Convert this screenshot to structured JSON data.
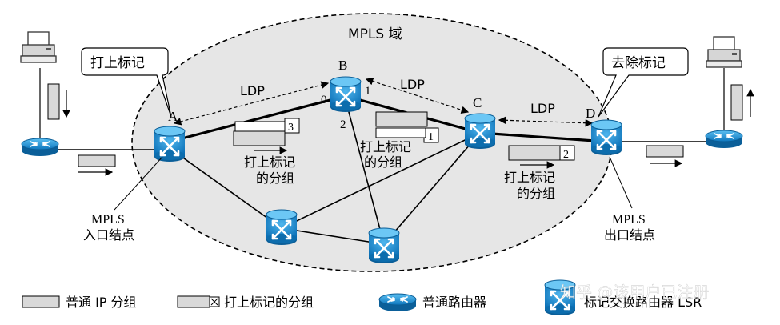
{
  "diagram": {
    "domain_label": "MPLS 域",
    "routers": {
      "A": "A",
      "B": "B",
      "C": "C",
      "D": "D"
    },
    "ports": {
      "b0": "0",
      "b1": "1",
      "b2": "2"
    },
    "ldp": [
      "LDP",
      "LDP",
      "LDP"
    ],
    "callouts": {
      "push": "打上标记",
      "pop": "去除标记"
    },
    "labeled_packet": [
      "打上标记",
      "的分组"
    ],
    "labels_shown": [
      "3",
      "1",
      "2"
    ],
    "nodes": {
      "ingress": [
        "MPLS",
        "入口结点"
      ],
      "egress": [
        "MPLS",
        "出口结点"
      ]
    }
  },
  "legend": {
    "plain_packet": "普通 IP 分组",
    "labeled_packet": "打上标记的分组",
    "router": "普通路由器",
    "lsr": "标记交换路由器 LSR"
  },
  "watermark": "知乎 @该用户已注册",
  "colors": {
    "domain_fill": "#e6e6e6",
    "router_blue": "#1a8fd1",
    "router_dark": "#0c5e96",
    "packet_fill": "#dcdcdc"
  }
}
